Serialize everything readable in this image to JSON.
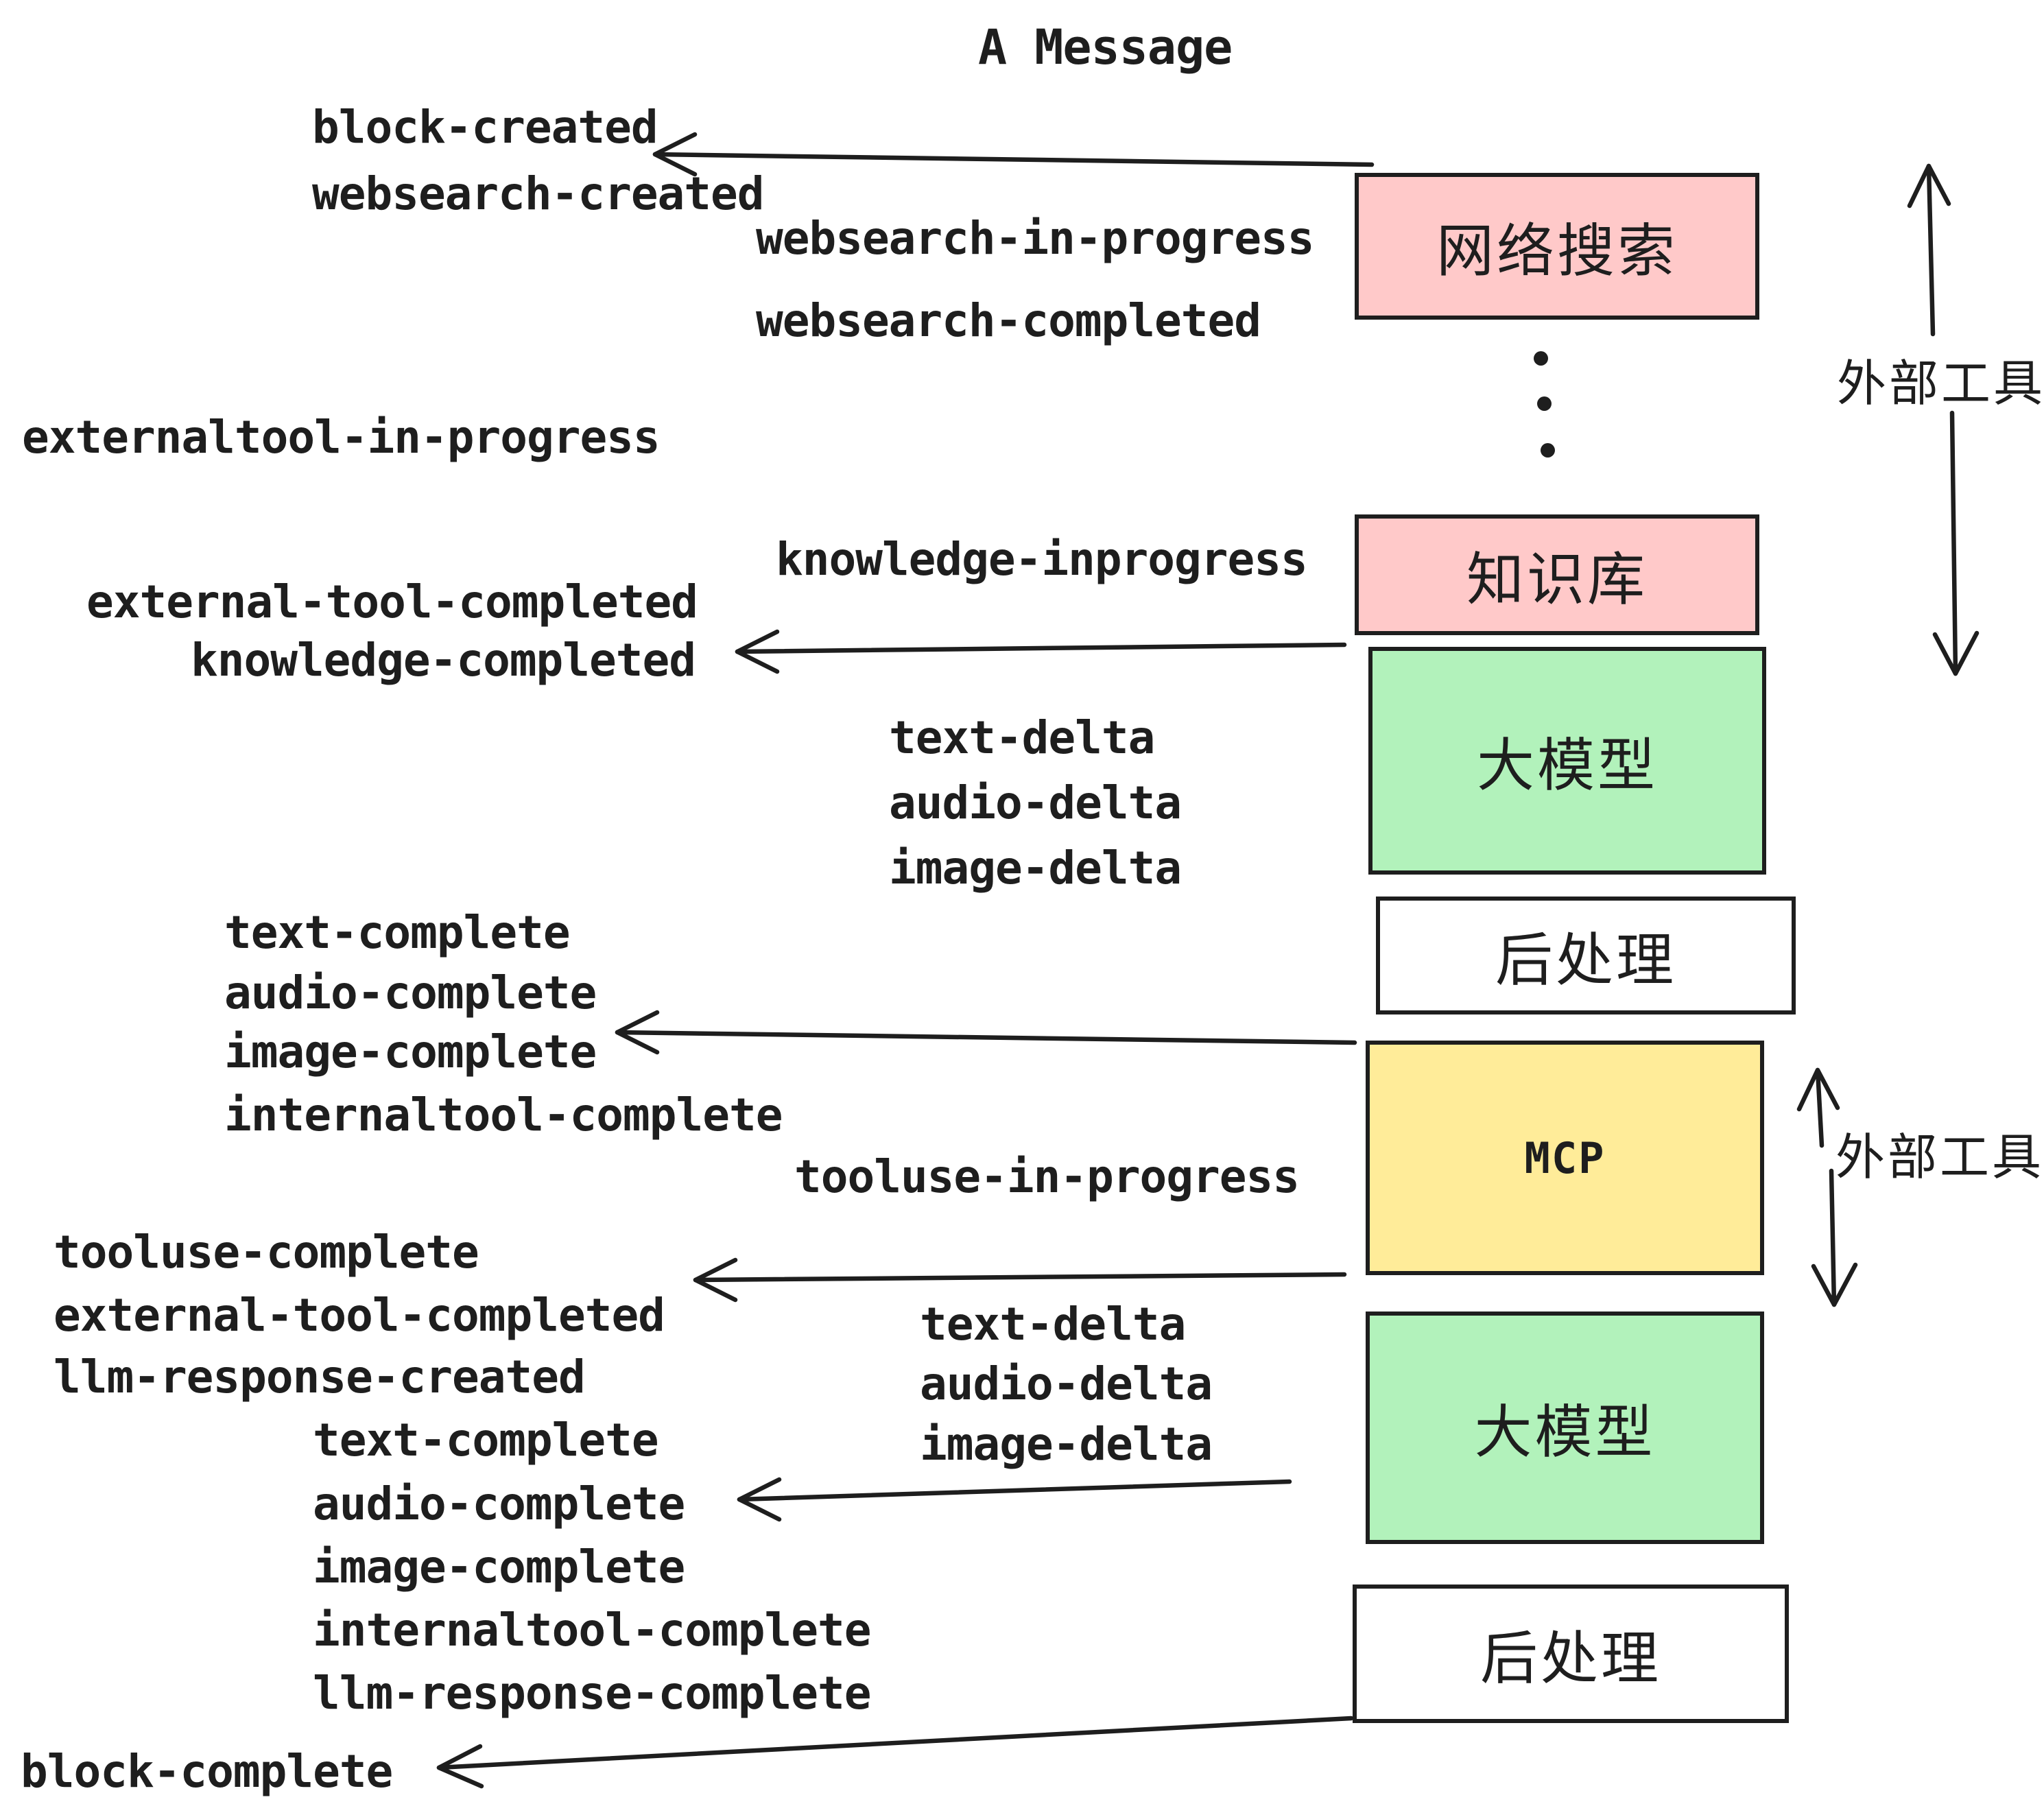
{
  "title": "A Message",
  "colors": {
    "pink": "#FFC9C9",
    "green": "#B2F2BB",
    "yellow": "#FFEC99",
    "white": "#FFFFFF",
    "ink": "#1E1E1E"
  },
  "event_labels": [
    {
      "text": "block-created"
    },
    {
      "text": "websearch-created"
    },
    {
      "text": "websearch-in-progress"
    },
    {
      "text": "websearch-completed"
    },
    {
      "text": "externaltool-in-progress"
    },
    {
      "text": "knowledge-inprogress"
    },
    {
      "text": "external-tool-completed"
    },
    {
      "text": "knowledge-completed"
    },
    {
      "text": "text-delta"
    },
    {
      "text": "audio-delta"
    },
    {
      "text": "image-delta"
    },
    {
      "text": "text-complete"
    },
    {
      "text": "audio-complete"
    },
    {
      "text": "image-complete"
    },
    {
      "text": "internaltool-complete"
    },
    {
      "text": "tooluse-in-progress"
    },
    {
      "text": "tooluse-complete"
    },
    {
      "text": "external-tool-completed"
    },
    {
      "text": "llm-response-created"
    },
    {
      "text": "text-complete"
    },
    {
      "text": "audio-complete"
    },
    {
      "text": "image-complete"
    },
    {
      "text": "internaltool-complete"
    },
    {
      "text": "llm-response-complete"
    },
    {
      "text": "block-complete"
    }
  ],
  "boxes": [
    {
      "label": "网络搜索",
      "color": "pink"
    },
    {
      "label": "知识库",
      "color": "pink"
    },
    {
      "label": "大模型",
      "color": "green"
    },
    {
      "label": "后处理",
      "color": "white"
    },
    {
      "label": "MCP",
      "color": "yellow"
    },
    {
      "label": "大模型",
      "color": "green"
    },
    {
      "label": "后处理",
      "color": "white"
    }
  ],
  "side_annotations": [
    {
      "label": "外部工具"
    },
    {
      "label": "外部工具"
    }
  ]
}
